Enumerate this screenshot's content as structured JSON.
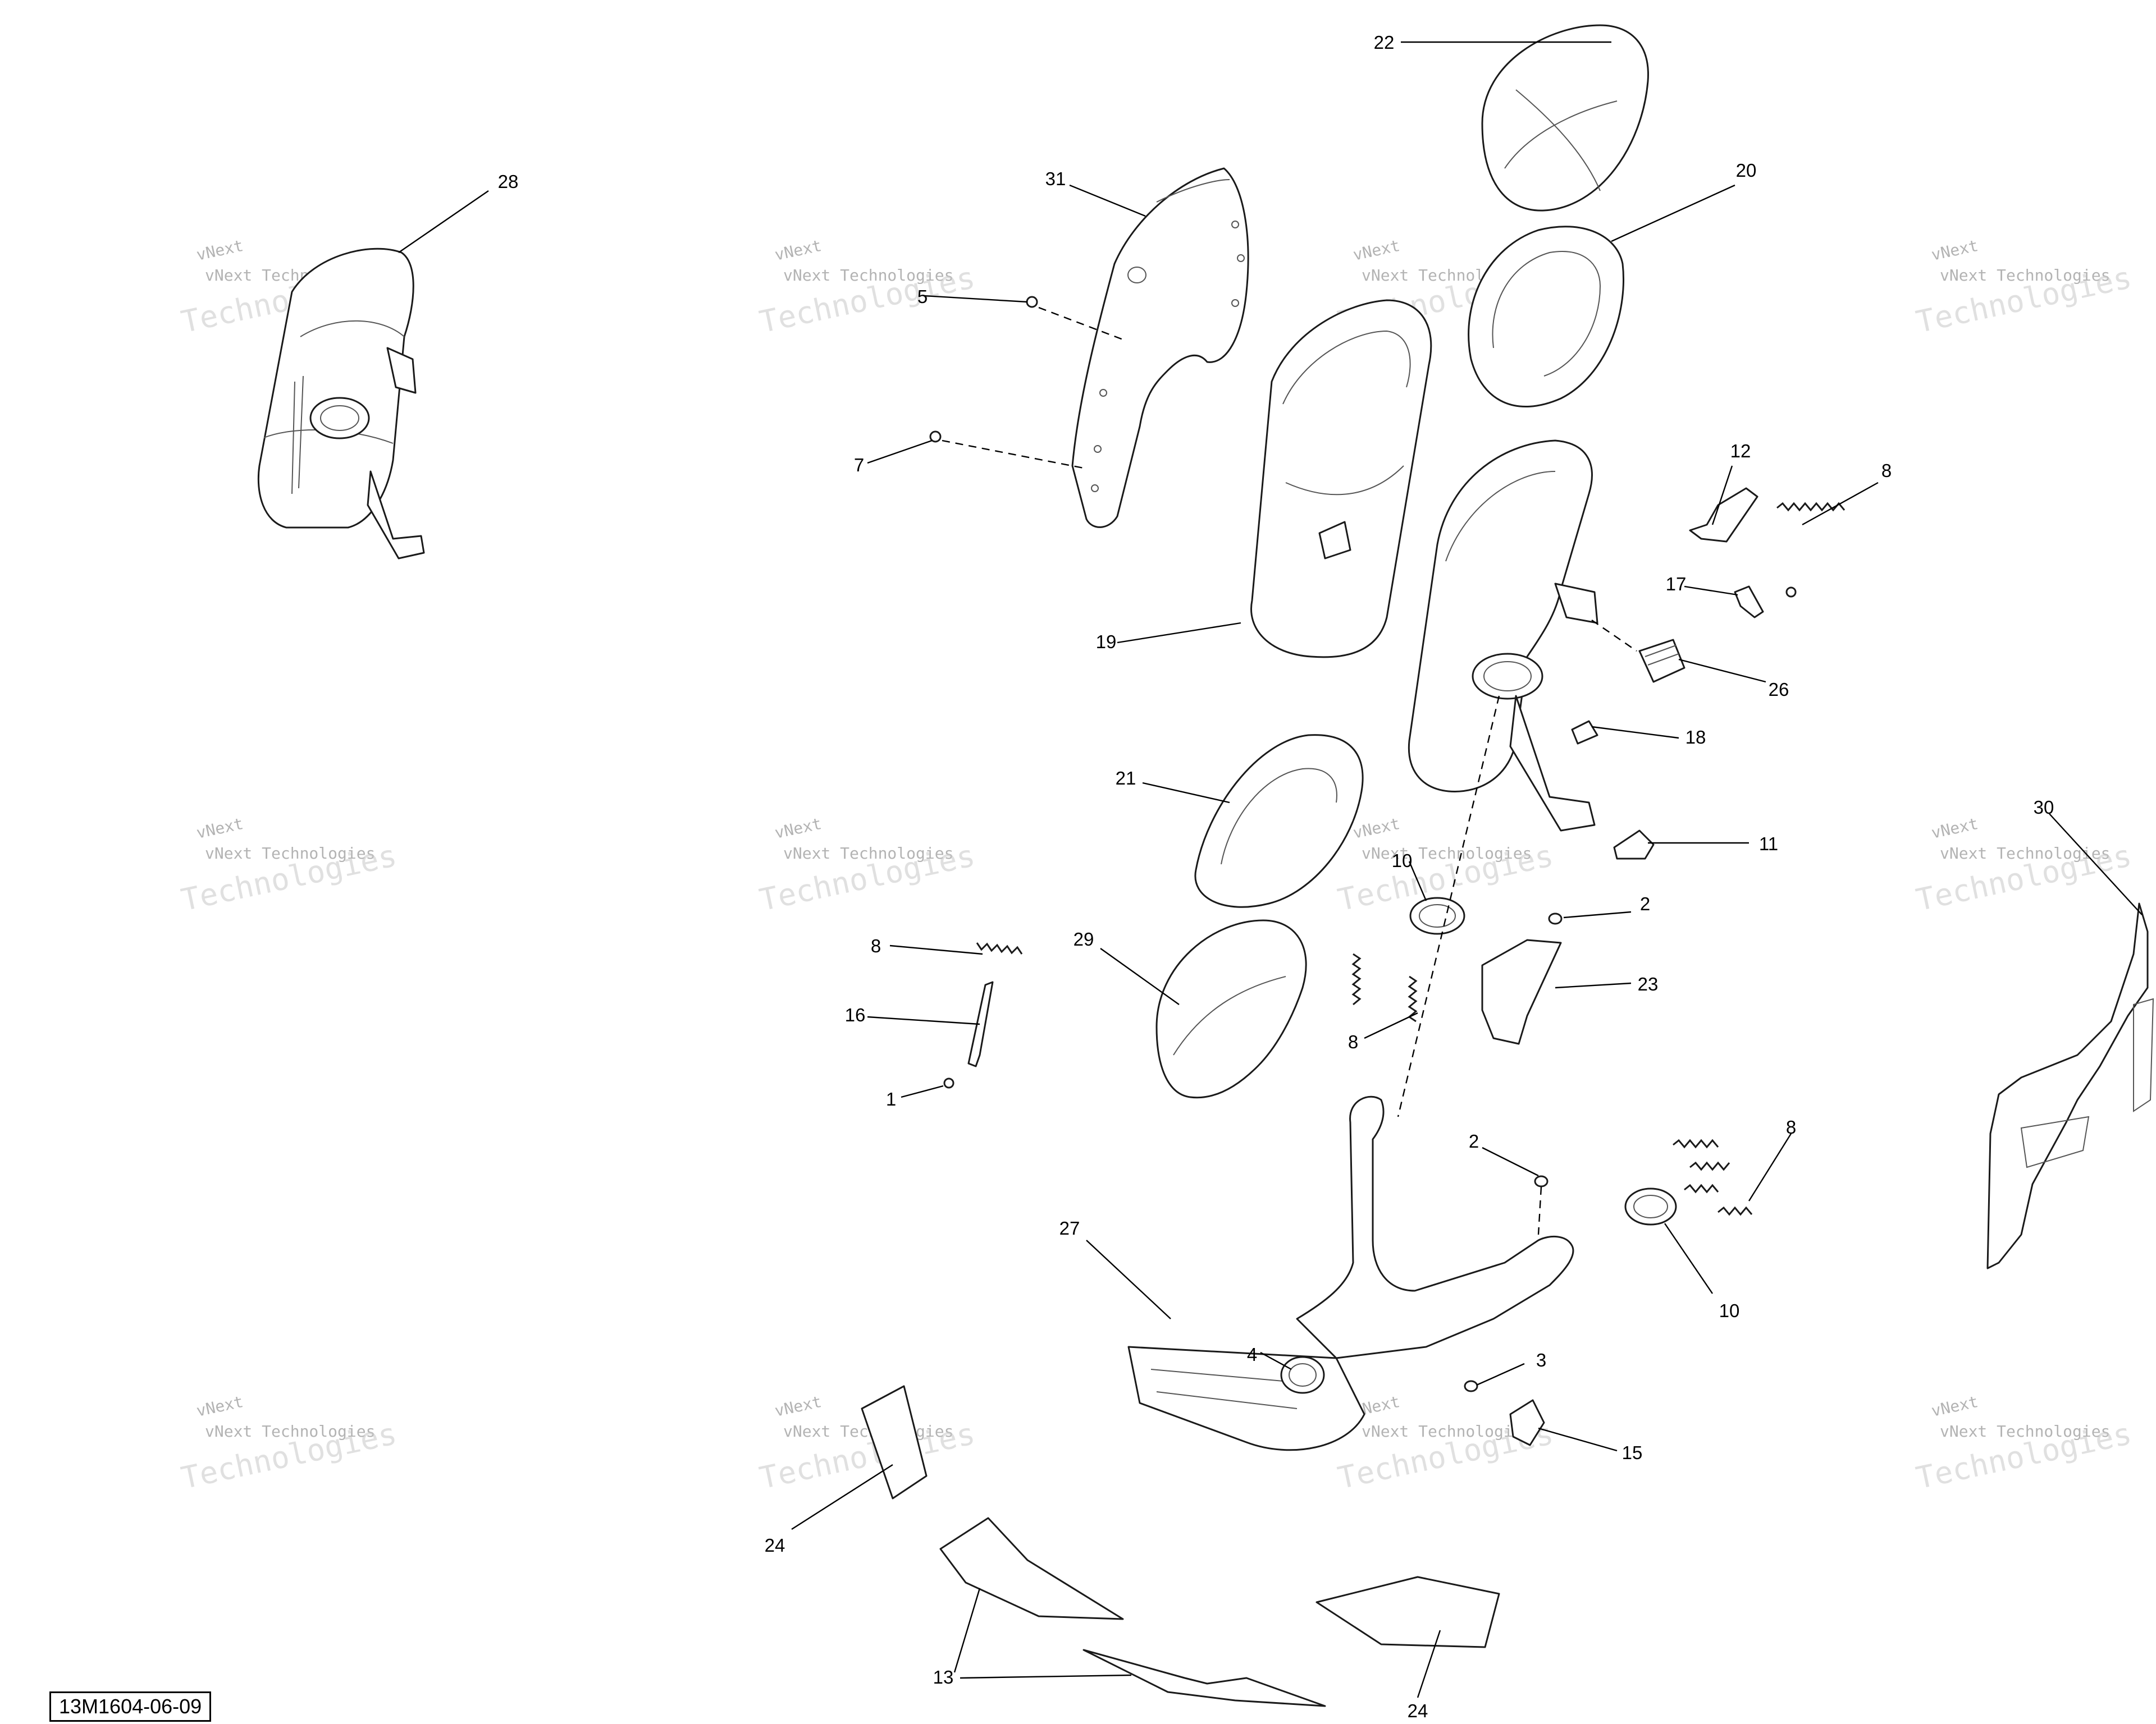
{
  "diagram": {
    "reference": "13M1604-06-09",
    "watermark": {
      "line1": "vNext",
      "line2": "vNext Technologies",
      "line3": "Technologies"
    },
    "callouts": {
      "c1": "1",
      "c2a": "2",
      "c2b": "2",
      "c3": "3",
      "c4": "4",
      "c5": "5",
      "c7": "7",
      "c8a": "8",
      "c8b": "8",
      "c8c": "8",
      "c8d": "8",
      "c10a": "10",
      "c10b": "10",
      "c11": "11",
      "c12": "12",
      "c13": "13",
      "c15": "15",
      "c16": "16",
      "c17": "17",
      "c18": "18",
      "c19": "19",
      "c20": "20",
      "c21": "21",
      "c22": "22",
      "c23": "23",
      "c24a": "24",
      "c24b": "24",
      "c26": "26",
      "c27": "27",
      "c28": "28",
      "c29": "29",
      "c30": "30",
      "c31": "31"
    }
  }
}
